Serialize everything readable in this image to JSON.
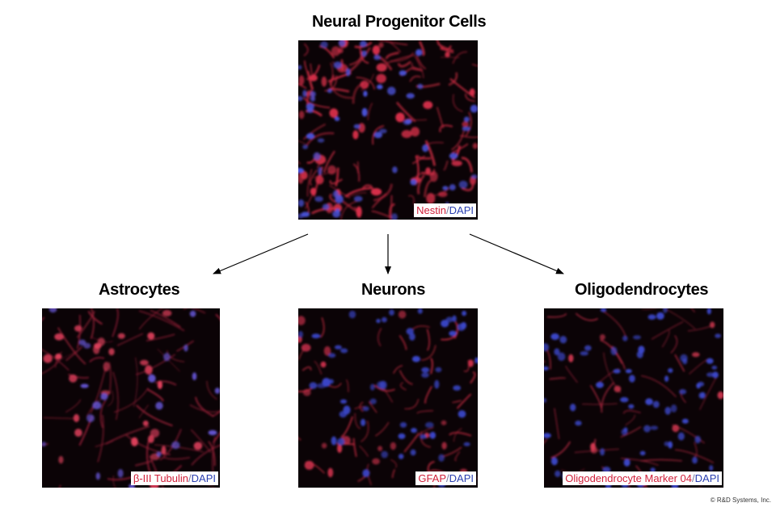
{
  "top": {
    "title": "Neural Progenitor Cells",
    "stain_red": "Nestin",
    "stain_sep": "/",
    "stain_blue": "DAPI"
  },
  "panels": [
    {
      "title": "Astrocytes",
      "stain_red": "β-III Tubulin",
      "stain_sep": "/",
      "stain_blue": "DAPI"
    },
    {
      "title": "Neurons",
      "stain_red": "GFAP",
      "stain_sep": "/",
      "stain_blue": "DAPI"
    },
    {
      "title": "Oligodendrocytes",
      "stain_red": "Oligodendrocyte Marker 04",
      "stain_sep": "/",
      "stain_blue": "DAPI"
    }
  ],
  "copyright": "© R&D Systems, Inc.",
  "colors": {
    "stain_red": "#d0203a",
    "stain_blue": "#2a3fb0",
    "background": "#0a0405"
  }
}
